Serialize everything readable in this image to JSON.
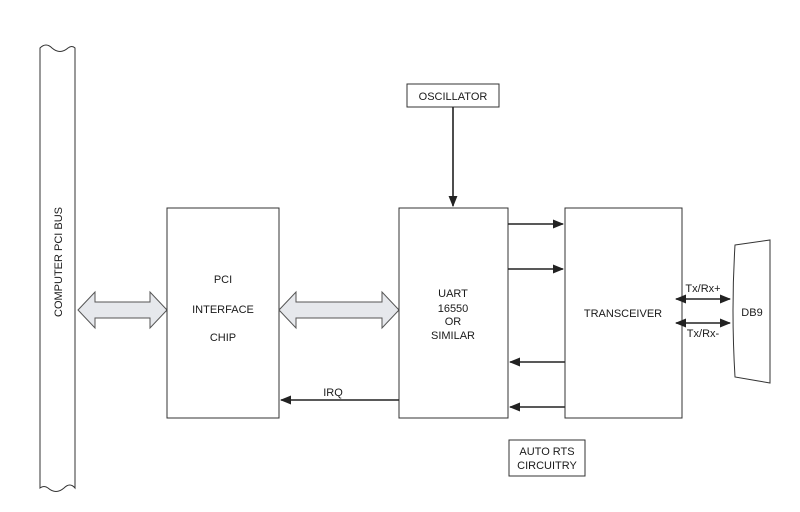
{
  "labels": {
    "bus": "COMPUTER PCI BUS",
    "pci_line1": "PCI",
    "pci_line2": "INTERFACE",
    "pci_line3": "CHIP",
    "uart_line1": "UART",
    "uart_line2": "16550",
    "uart_line3": "OR",
    "uart_line4": "SIMILAR",
    "oscillator": "OSCILLATOR",
    "transceiver": "TRANSCEIVER",
    "irq": "IRQ",
    "txrx_plus": "Tx/Rx+",
    "txrx_minus": "Tx/Rx-",
    "db9": "DB9",
    "auto_rts_line1": "AUTO RTS",
    "auto_rts_line2": "CIRCUITRY"
  }
}
